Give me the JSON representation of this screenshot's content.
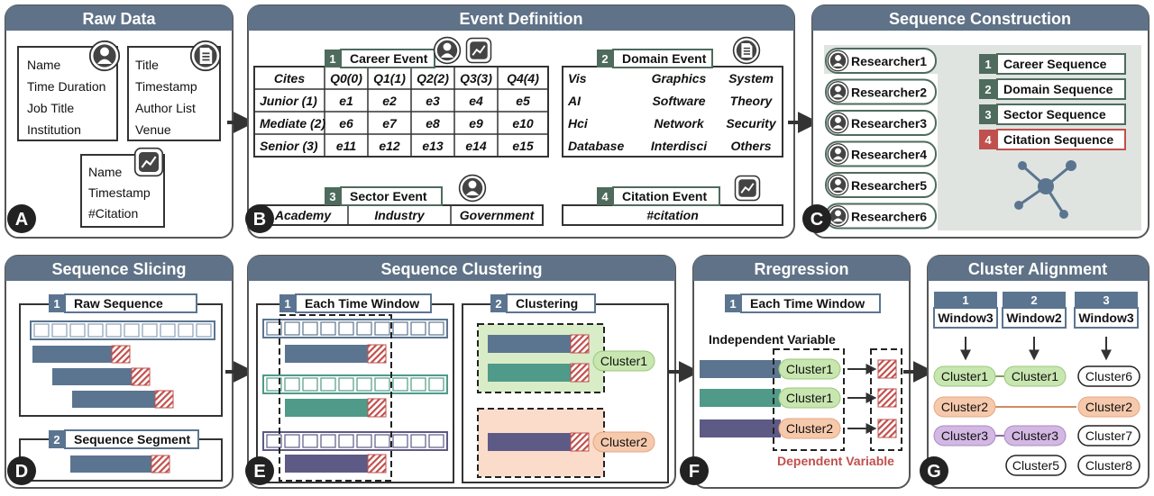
{
  "panels": {
    "raw_data": {
      "title": "Raw Data",
      "badge": "A",
      "researcher_fields": [
        "Name",
        "Time Duration",
        "Job Title",
        "Institution"
      ],
      "paper_fields": [
        "Title",
        "Timestamp",
        "Author List",
        "Venue"
      ],
      "citation_fields": [
        "Name",
        "Timestamp",
        "#Citation"
      ],
      "icons": [
        "person-icon",
        "document-icon",
        "chart-icon"
      ]
    },
    "event_definition": {
      "title": "Event Definition",
      "badge": "B",
      "career": {
        "num": "1",
        "label": "Career Event",
        "header": [
          "Cites",
          "Q0(0)",
          "Q1(1)",
          "Q2(2)",
          "Q3(3)",
          "Q4(4)"
        ],
        "rows": [
          {
            "label": "Junior (1)",
            "cells": [
              "e1",
              "e2",
              "e3",
              "e4",
              "e5"
            ]
          },
          {
            "label": "Mediate (2)",
            "cells": [
              "e6",
              "e7",
              "e8",
              "e9",
              "e10"
            ]
          },
          {
            "label": "Senior (3)",
            "cells": [
              "e11",
              "e12",
              "e13",
              "e14",
              "e15"
            ]
          }
        ]
      },
      "domain": {
        "num": "2",
        "label": "Domain Event",
        "rows": [
          [
            "Vis",
            "Graphics",
            "System"
          ],
          [
            "AI",
            "Software",
            "Theory"
          ],
          [
            "Hci",
            "Network",
            "Security"
          ],
          [
            "Database",
            "Interdisci",
            "Others"
          ]
        ]
      },
      "sector": {
        "num": "3",
        "label": "Sector Event",
        "cells": [
          "Academy",
          "Industry",
          "Government"
        ]
      },
      "citation": {
        "num": "4",
        "label": "Citation Event",
        "cells": [
          "#citation"
        ]
      }
    },
    "sequence_construction": {
      "title": "Sequence Construction",
      "badge": "C",
      "researchers": [
        "Researcher1",
        "Researcher2",
        "Researcher3",
        "Researcher4",
        "Researcher5",
        "Researcher6"
      ],
      "sequences": [
        {
          "num": "1",
          "label": "Career Sequence"
        },
        {
          "num": "2",
          "label": "Domain Sequence"
        },
        {
          "num": "3",
          "label": "Sector Sequence"
        },
        {
          "num": "4",
          "label": "Citation Sequence"
        }
      ]
    },
    "sequence_slicing": {
      "title": "Sequence Slicing",
      "badge": "D",
      "step1": {
        "num": "1",
        "label": "Raw Sequence"
      },
      "step2": {
        "num": "2",
        "label": "Sequence Segment"
      }
    },
    "sequence_clustering": {
      "title": "Sequence Clustering",
      "badge": "E",
      "step1": {
        "num": "1",
        "label": "Each Time Window"
      },
      "step2": {
        "num": "2",
        "label": "Clustering"
      },
      "clusters": [
        "Cluster1",
        "Cluster2"
      ]
    },
    "regression": {
      "title": "Rregression",
      "badge": "F",
      "step1": {
        "num": "1",
        "label": "Each Time Window"
      },
      "independent": "Independent Variable",
      "dependent": "Dependent Variable",
      "clusters": [
        "Cluster1",
        "Cluster1",
        "Cluster2"
      ]
    },
    "cluster_alignment": {
      "title": "Cluster Alignment",
      "badge": "G",
      "windows": [
        {
          "num": "1",
          "label": "Window3"
        },
        {
          "num": "2",
          "label": "Window2"
        },
        {
          "num": "3",
          "label": "Window3"
        }
      ],
      "col1": [
        "Cluster1",
        "Cluster2",
        "Cluster3"
      ],
      "col2": [
        "Cluster1",
        "Cluster3"
      ],
      "col3": [
        "Cluster6",
        "Cluster2",
        "Cluster7",
        "Cluster8"
      ],
      "extra": "Cluster5"
    }
  },
  "colors": {
    "header": "#5f7287",
    "dark_green": "#4e6b5d",
    "teal": "#4f9a88",
    "slate": "#5b7590",
    "purple": "#5d5a85",
    "red": "#c0504d",
    "green_bg": "#c8e6b0",
    "orange_bg": "#f6c9ac",
    "purple_bg": "#d2b8e3"
  }
}
